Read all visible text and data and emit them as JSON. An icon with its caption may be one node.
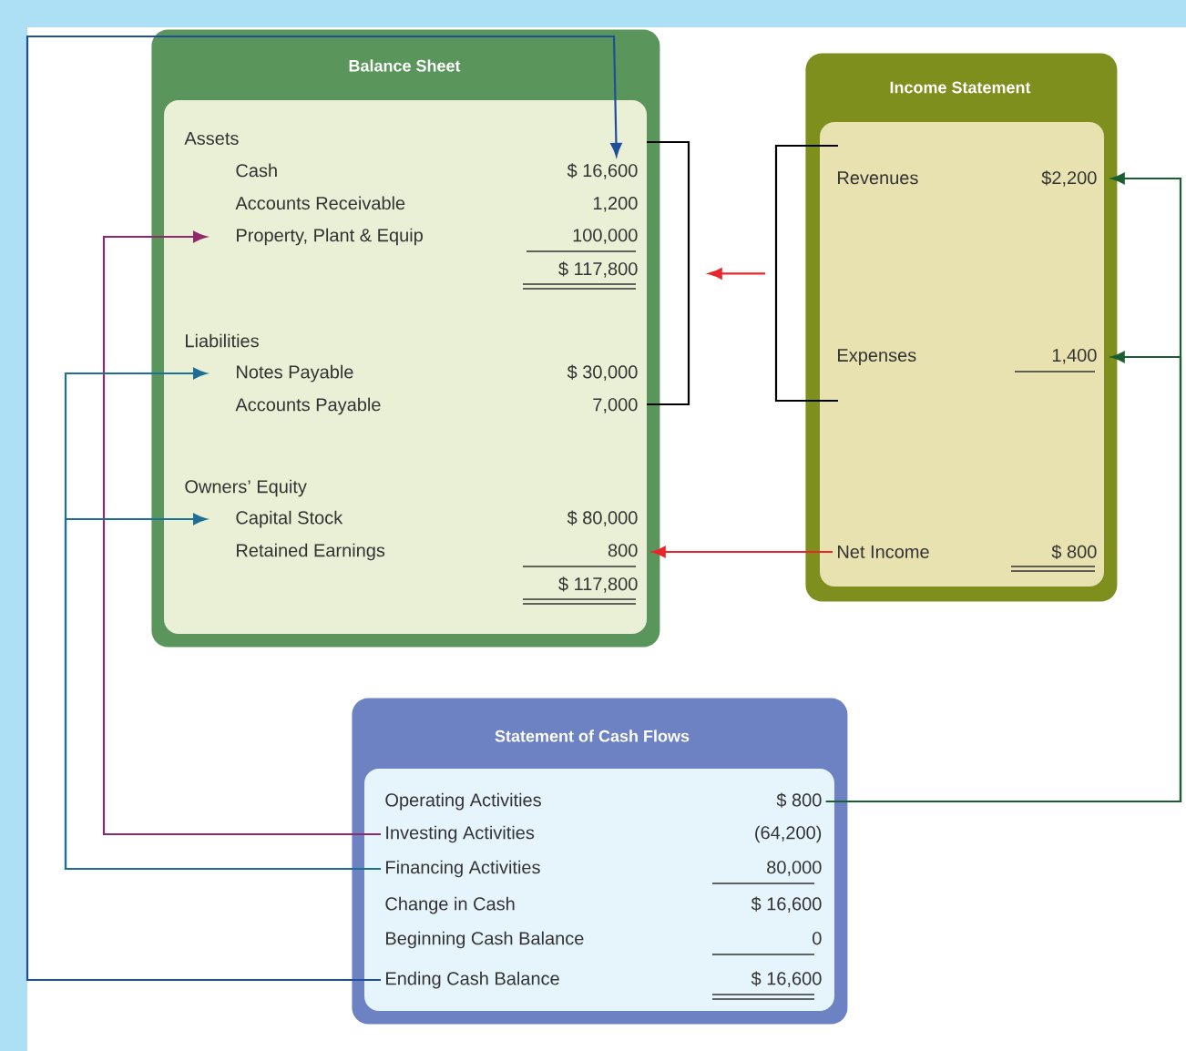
{
  "diagram": {
    "nodes": [
      {
        "text": [
          "Balance Sheet"
        ]
      },
      {
        "text": [
          "Assets"
        ],
        "in": 0
      },
      {
        "text": [
          "Cash",
          "$ 16,600"
        ],
        "in": 0
      },
      {
        "text": [
          "Accounts Receivable",
          "1,200"
        ],
        "in": 0
      },
      {
        "text": [
          "Property, Plant & Equip",
          "100,000"
        ],
        "in": 0
      },
      {
        "text": [
          "$ 117,800"
        ],
        "in": 0
      },
      {
        "text": [
          "Liabilities"
        ],
        "in": 0
      },
      {
        "text": [
          "Notes Payable",
          "$ 30,000"
        ],
        "in": 0
      },
      {
        "text": [
          "Accounts Payable",
          "7,000"
        ],
        "in": 0
      },
      {
        "text": [
          "Owners’ Equity"
        ],
        "in": 0
      },
      {
        "text": [
          "Capital Stock",
          "$ 80,000"
        ],
        "in": 0
      },
      {
        "text": [
          "Retained Earnings",
          "800"
        ],
        "in": 0
      },
      {
        "text": [
          "$ 117,800"
        ],
        "in": 0
      },
      {
        "text": [],
        "shape": "bracket"
      },
      {
        "text": [
          "Income Statement"
        ]
      },
      {
        "text": [
          "Revenues",
          "$2,200"
        ],
        "in": 14
      },
      {
        "text": [
          "Expenses",
          "1,400"
        ],
        "in": 14
      },
      {
        "text": [
          "Net Income",
          "$ 800"
        ],
        "in": 14
      },
      {
        "text": [],
        "shape": "bracket"
      },
      {
        "text": [
          "Statement of Cash Flows"
        ]
      },
      {
        "text": [
          "Operating Activities",
          "$ 800"
        ],
        "in": 19
      },
      {
        "text": [
          "Investing Activities",
          "(64,200)"
        ],
        "in": 19
      },
      {
        "text": [
          "Financing Activities",
          "80,000"
        ],
        "in": 19
      },
      {
        "text": [
          "Change in Cash",
          "$ 16,600"
        ],
        "in": 19
      },
      {
        "text": [
          "Beginning Cash Balance",
          "0"
        ],
        "in": 19
      },
      {
        "text": [
          "Ending Cash Balance",
          "$ 16,600"
        ],
        "in": 19
      }
    ],
    "edges": [
      {
        "from": 25,
        "to": 2,
        "arrow": "to",
        "color": "#1f4e9c"
      },
      {
        "from": 21,
        "to": 4,
        "arrow": "to",
        "color": "#8e2a6b"
      },
      {
        "from": 22,
        "to": 7,
        "arrow": "to",
        "color": "#1d6f97"
      },
      {
        "from": 22,
        "to": 10,
        "arrow": "to",
        "color": "#1d6f97"
      },
      {
        "from": 20,
        "to": 15,
        "arrow": "to",
        "color": "#1a5e32"
      },
      {
        "from": 20,
        "to": 16,
        "arrow": "to",
        "color": "#1a5e32"
      },
      {
        "from": 17,
        "to": 11,
        "arrow": "to",
        "color": "#e8262b"
      },
      {
        "from": 18,
        "to": 13,
        "arrow": "to",
        "color": "#e8262b"
      }
    ]
  }
}
